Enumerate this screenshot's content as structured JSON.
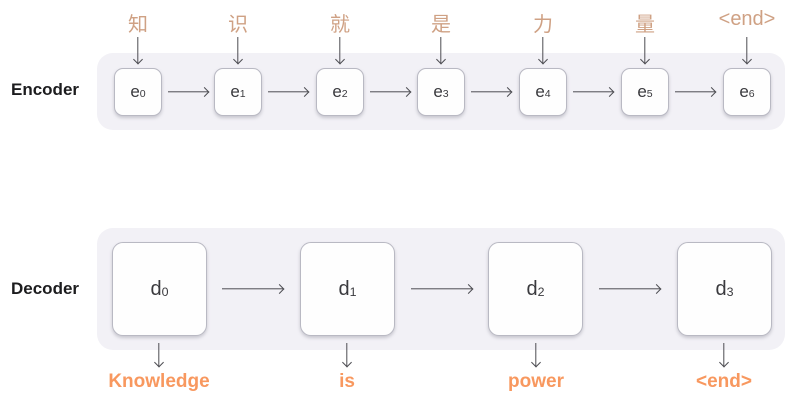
{
  "encoder": {
    "label": "Encoder",
    "inputs": [
      "知",
      "识",
      "就",
      "是",
      "力",
      "量",
      "<end>"
    ],
    "units": [
      {
        "base": "e",
        "sub": "0"
      },
      {
        "base": "e",
        "sub": "1"
      },
      {
        "base": "e",
        "sub": "2"
      },
      {
        "base": "e",
        "sub": "3"
      },
      {
        "base": "e",
        "sub": "4"
      },
      {
        "base": "e",
        "sub": "5"
      },
      {
        "base": "e",
        "sub": "6"
      }
    ]
  },
  "decoder": {
    "label": "Decoder",
    "units": [
      {
        "base": "d",
        "sub": "0"
      },
      {
        "base": "d",
        "sub": "1"
      },
      {
        "base": "d",
        "sub": "2"
      },
      {
        "base": "d",
        "sub": "3"
      }
    ],
    "outputs": [
      "Knowledge",
      "is",
      "power",
      "<end>"
    ]
  },
  "colors": {
    "input_token": "#cfa184",
    "output_token": "#f8985f",
    "container_bg": "#f2f1f6",
    "arrow": "#4d4d52"
  }
}
